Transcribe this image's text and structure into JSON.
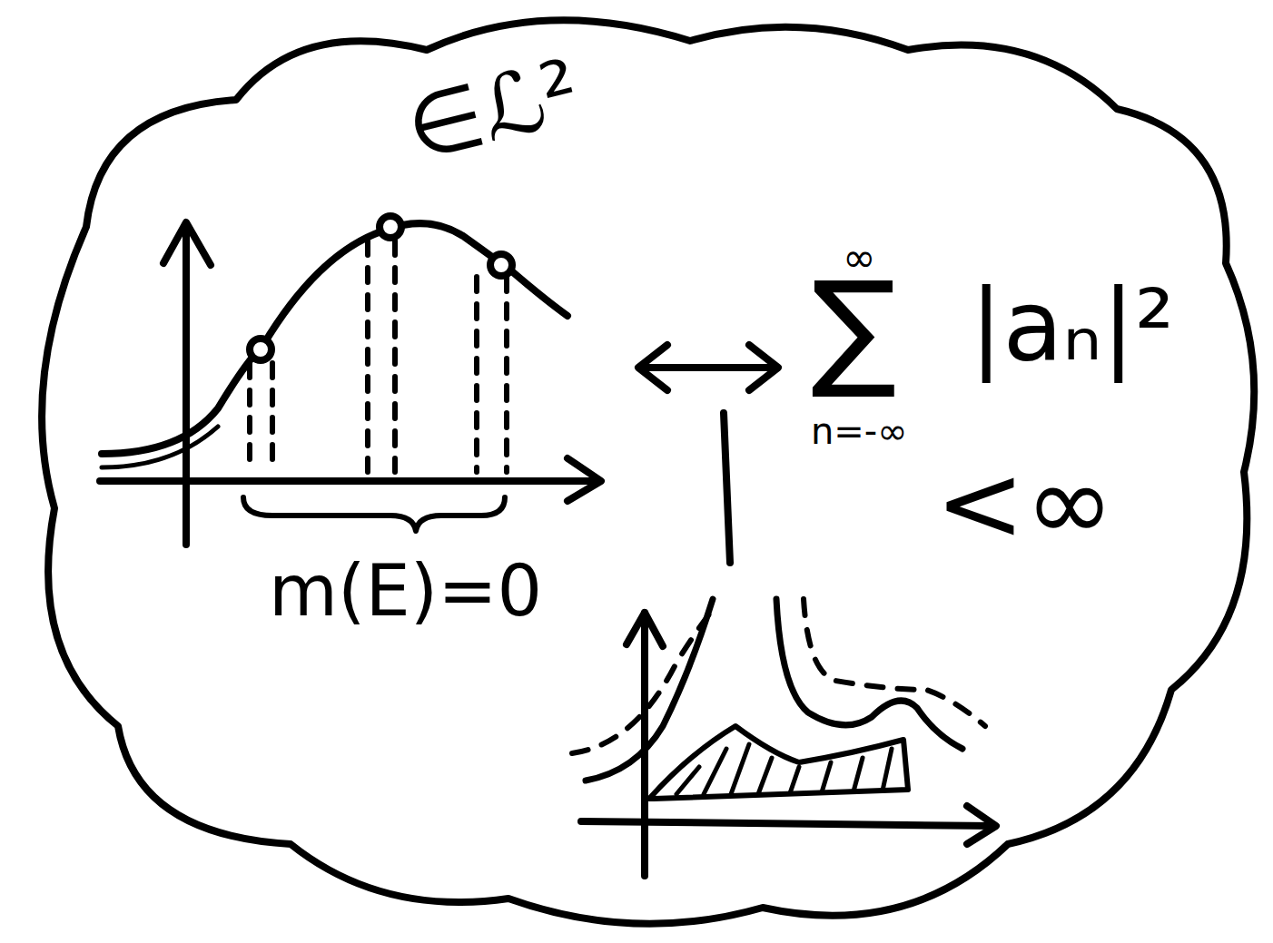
{
  "diagram": {
    "labels": [
      "∈ℒ²",
      "m(E)=0",
      "∞",
      "∑",
      "n=-∞",
      "|aₙ|²",
      "<∞"
    ]
  }
}
